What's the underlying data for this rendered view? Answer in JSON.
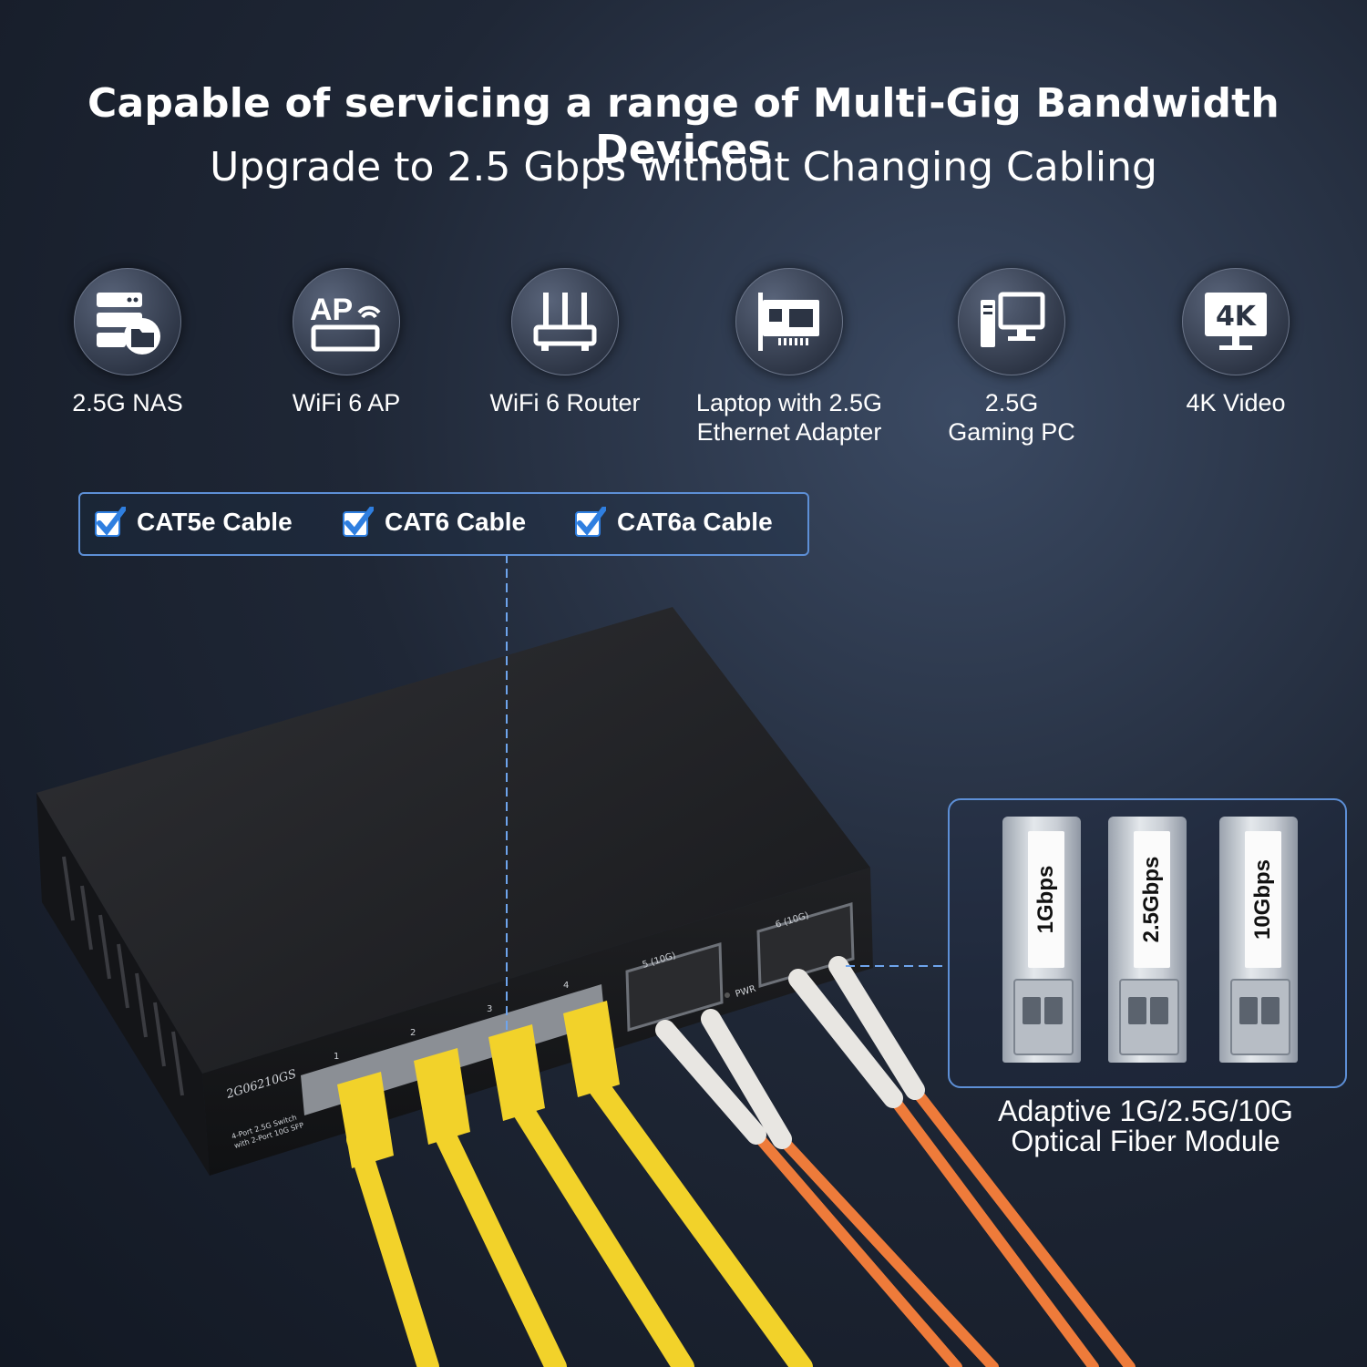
{
  "header": {
    "title": "Capable of servicing a range of Multi-Gig Bandwidth Devices",
    "subtitle": "Upgrade to 2.5 Gbps without Changing Cabling"
  },
  "devices": [
    {
      "label_line1": "2.5G NAS",
      "label_line2": "",
      "icon": "nas-icon"
    },
    {
      "label_line1": "WiFi 6 AP",
      "label_line2": "",
      "icon": "access-point-icon"
    },
    {
      "label_line1": "WiFi 6 Router",
      "label_line2": "",
      "icon": "router-icon"
    },
    {
      "label_line1": "Laptop with 2.5G",
      "label_line2": "Ethernet Adapter",
      "icon": "network-card-icon"
    },
    {
      "label_line1": "2.5G",
      "label_line2": "Gaming PC",
      "icon": "desktop-pc-icon"
    },
    {
      "label_line1": "4K Video",
      "label_line2": "",
      "icon": "4k-monitor-icon",
      "icon_text": "4K"
    }
  ],
  "cables": [
    {
      "label": "CAT5e Cable",
      "checked": true
    },
    {
      "label": "CAT6 Cable",
      "checked": true
    },
    {
      "label": "CAT6a Cable",
      "checked": true
    }
  ],
  "switch": {
    "model": "2G06210GS",
    "description_line1": "4-Port 2.5G Switch",
    "description_line2": "with 2-Port 10G SFP",
    "port_labels": [
      "1",
      "2",
      "3",
      "4"
    ],
    "sfp_port_labels": [
      "5 (10G)",
      "6 (10G)"
    ],
    "power_label": "PWR"
  },
  "fiber_modules": {
    "speeds": [
      "1Gbps",
      "2.5Gbps",
      "10Gbps"
    ],
    "caption_line1": "Adaptive 1G/2.5G/10G",
    "caption_line2": "Optical Fiber Module"
  },
  "colors": {
    "accent_blue": "#5d8fd6",
    "checkbox_blue": "#2f7fe0",
    "ethernet_cable": "#f2d22a",
    "fiber_cable": "#ee7b3a",
    "switch_body": "#1b1c1f"
  }
}
